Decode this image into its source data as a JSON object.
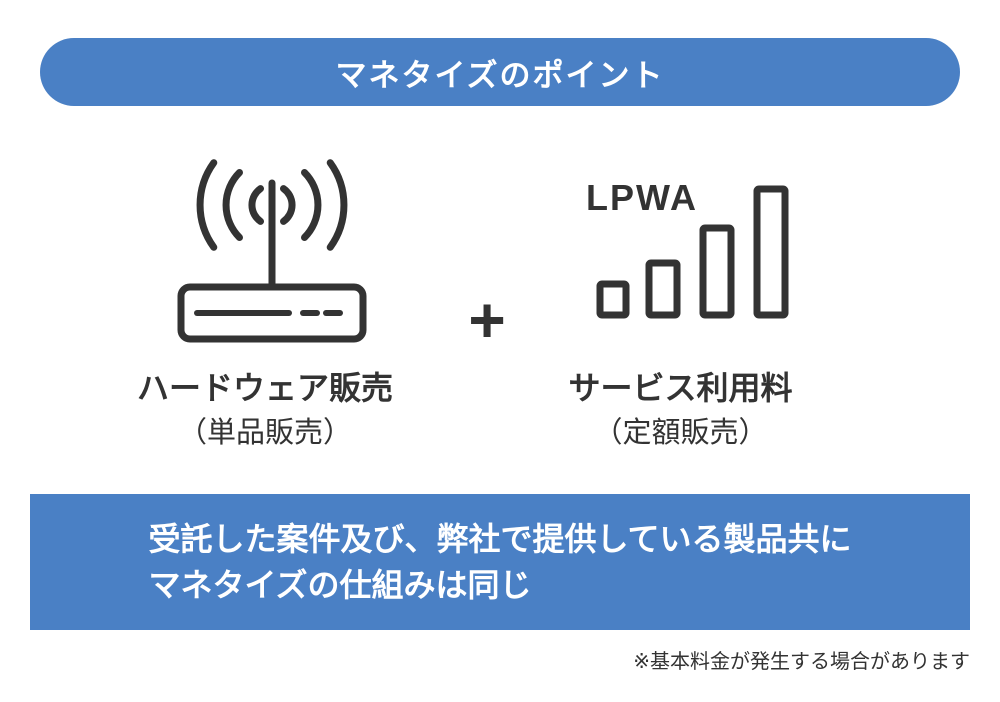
{
  "colors": {
    "accent": "#4a80c5",
    "ink": "#333333"
  },
  "banner": {
    "title": "マネタイズのポイント"
  },
  "hardware": {
    "icon": "router-icon",
    "label": "ハードウェア販売",
    "sublabel": "（単品販売）"
  },
  "operator": "+",
  "service": {
    "icon": "signal-bars-icon",
    "tech_label": "LPWA",
    "label": "サービス利用料",
    "sublabel": "（定額販売）"
  },
  "summary": {
    "line1": "受託した案件及び、弊社で提供している製品共に",
    "line2": "マネタイズの仕組みは同じ"
  },
  "footnote": "※基本料金が発生する場合があります"
}
